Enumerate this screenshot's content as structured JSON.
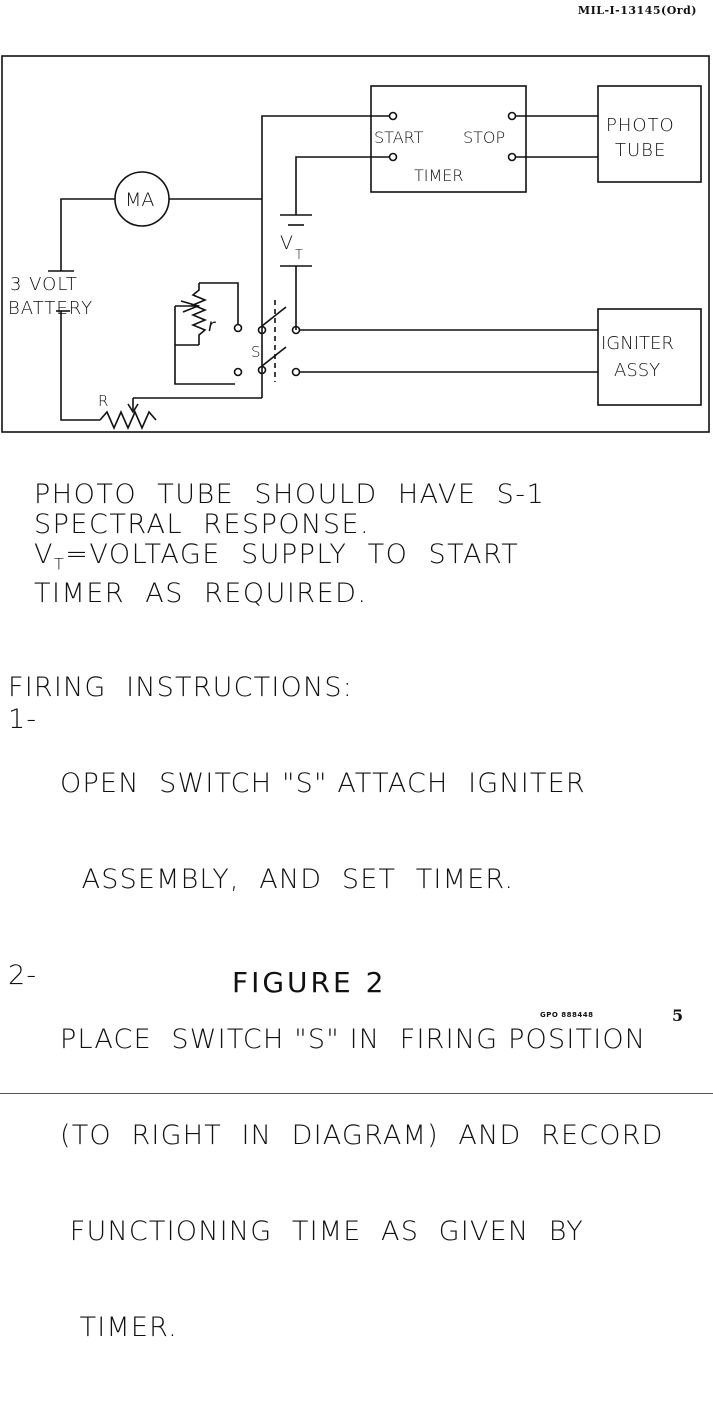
{
  "header": {
    "doc_id": "MIL-I-13145(Ord)"
  },
  "diagram": {
    "labels": {
      "start": "START",
      "stop": "STOP",
      "timer": "TIMER",
      "phototube_line1": "PHOTO",
      "phototube_line2": "TUBE",
      "ma": "MA",
      "vt_main": "V",
      "vt_sub": "T",
      "battery_line1": "3 VOLT",
      "battery_line2": "BATTERY",
      "rheostat_symbol": "r",
      "switch_s": "S",
      "igniter_line1": "IGNITER",
      "igniter_line2": "ASSY",
      "resistor_r": "R"
    }
  },
  "notes": {
    "line1": "PHOTO  TUBE  SHOULD  HAVE  S-1",
    "line2": "SPECTRAL  RESPONSE.",
    "line3_prefix": "V",
    "line3_sub": "T",
    "line3_rest": "=VOLTAGE  SUPPLY  TO  START",
    "line4": "TIMER  AS  REQUIRED."
  },
  "instructions": {
    "heading": "FIRING  INSTRUCTIONS:",
    "steps": [
      {
        "num": "1-",
        "lines": [
          "OPEN  SWITCH \"S\" ATTACH  IGNITER",
          "  ASSEMBLY,  AND  SET  TIMER."
        ]
      },
      {
        "num": "2-",
        "lines": [
          "PLACE  SWITCH \"S\" IN  FIRING POSITION",
          "(TO  RIGHT  IN  DIAGRAM)  AND  RECORD",
          " FUNCTIONING  TIME  AS  GIVEN  BY",
          "  TIMER."
        ]
      }
    ]
  },
  "caption": "FIGURE  2",
  "footer": {
    "gpo": "GPO 888448",
    "page_number": "5"
  }
}
